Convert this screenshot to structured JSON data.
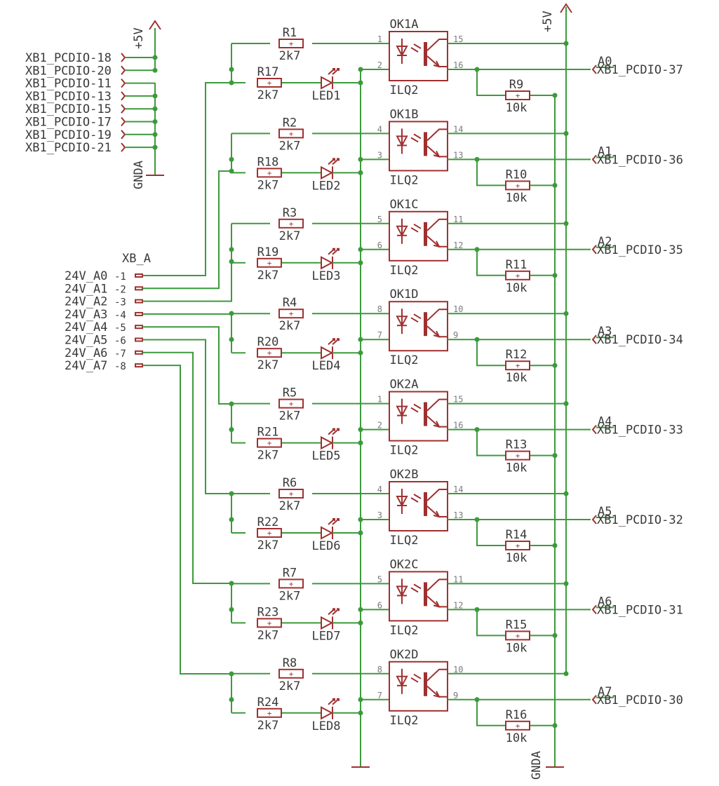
{
  "supply_label": "+5V",
  "ground_label": "GNDA",
  "header_pins": [
    "XB1_PCDIO-18",
    "XB1_PCDIO-20",
    "XB1_PCDIO-11",
    "XB1_PCDIO-13",
    "XB1_PCDIO-15",
    "XB1_PCDIO-17",
    "XB1_PCDIO-19",
    "XB1_PCDIO-21"
  ],
  "connector": {
    "name": "XB_A",
    "pins": [
      {
        "label": "24V_A0",
        "num": "1"
      },
      {
        "label": "24V_A1",
        "num": "2"
      },
      {
        "label": "24V_A2",
        "num": "3"
      },
      {
        "label": "24V_A3",
        "num": "4"
      },
      {
        "label": "24V_A4",
        "num": "5"
      },
      {
        "label": "24V_A5",
        "num": "6"
      },
      {
        "label": "24V_A6",
        "num": "7"
      },
      {
        "label": "24V_A7",
        "num": "8"
      }
    ]
  },
  "channels": [
    {
      "opto": "OK1A",
      "part": "ILQ2",
      "pin_a": "1",
      "pin_k": "2",
      "pin_c": "15",
      "pin_e": "16",
      "r_in": "R1",
      "r_in_val": "2k7",
      "r_led": "R17",
      "r_led_val": "2k7",
      "led": "LED1",
      "r_pull": "R9",
      "r_pull_val": "10k",
      "net": "A0",
      "out": "XB1_PCDIO-37"
    },
    {
      "opto": "OK1B",
      "part": "ILQ2",
      "pin_a": "4",
      "pin_k": "3",
      "pin_c": "14",
      "pin_e": "13",
      "r_in": "R2",
      "r_in_val": "2k7",
      "r_led": "R18",
      "r_led_val": "2k7",
      "led": "LED2",
      "r_pull": "R10",
      "r_pull_val": "10k",
      "net": "A1",
      "out": "XB1_PCDIO-36"
    },
    {
      "opto": "OK1C",
      "part": "ILQ2",
      "pin_a": "5",
      "pin_k": "6",
      "pin_c": "11",
      "pin_e": "12",
      "r_in": "R3",
      "r_in_val": "2k7",
      "r_led": "R19",
      "r_led_val": "2k7",
      "led": "LED3",
      "r_pull": "R11",
      "r_pull_val": "10k",
      "net": "A2",
      "out": "XB1_PCDIO-35"
    },
    {
      "opto": "OK1D",
      "part": "ILQ2",
      "pin_a": "8",
      "pin_k": "7",
      "pin_c": "10",
      "pin_e": "9",
      "r_in": "R4",
      "r_in_val": "2k7",
      "r_led": "R20",
      "r_led_val": "2k7",
      "led": "LED4",
      "r_pull": "R12",
      "r_pull_val": "10k",
      "net": "A3",
      "out": "XB1_PCDIO-34"
    },
    {
      "opto": "OK2A",
      "part": "ILQ2",
      "pin_a": "1",
      "pin_k": "2",
      "pin_c": "15",
      "pin_e": "16",
      "r_in": "R5",
      "r_in_val": "2k7",
      "r_led": "R21",
      "r_led_val": "2k7",
      "led": "LED5",
      "r_pull": "R13",
      "r_pull_val": "10k",
      "net": "A4",
      "out": "XB1_PCDIO-33"
    },
    {
      "opto": "OK2B",
      "part": "ILQ2",
      "pin_a": "4",
      "pin_k": "3",
      "pin_c": "14",
      "pin_e": "13",
      "r_in": "R6",
      "r_in_val": "2k7",
      "r_led": "R22",
      "r_led_val": "2k7",
      "led": "LED6",
      "r_pull": "R14",
      "r_pull_val": "10k",
      "net": "A5",
      "out": "XB1_PCDIO-32"
    },
    {
      "opto": "OK2C",
      "part": "ILQ2",
      "pin_a": "5",
      "pin_k": "6",
      "pin_c": "11",
      "pin_e": "12",
      "r_in": "R7",
      "r_in_val": "2k7",
      "r_led": "R23",
      "r_led_val": "2k7",
      "led": "LED7",
      "r_pull": "R15",
      "r_pull_val": "10k",
      "net": "A6",
      "out": "XB1_PCDIO-31"
    },
    {
      "opto": "OK2D",
      "part": "ILQ2",
      "pin_a": "8",
      "pin_k": "7",
      "pin_c": "10",
      "pin_e": "9",
      "r_in": "R8",
      "r_in_val": "2k7",
      "r_led": "R24",
      "r_led_val": "2k7",
      "led": "LED8",
      "r_pull": "R16",
      "r_pull_val": "10k",
      "net": "A7",
      "out": "XB1_PCDIO-30"
    }
  ]
}
